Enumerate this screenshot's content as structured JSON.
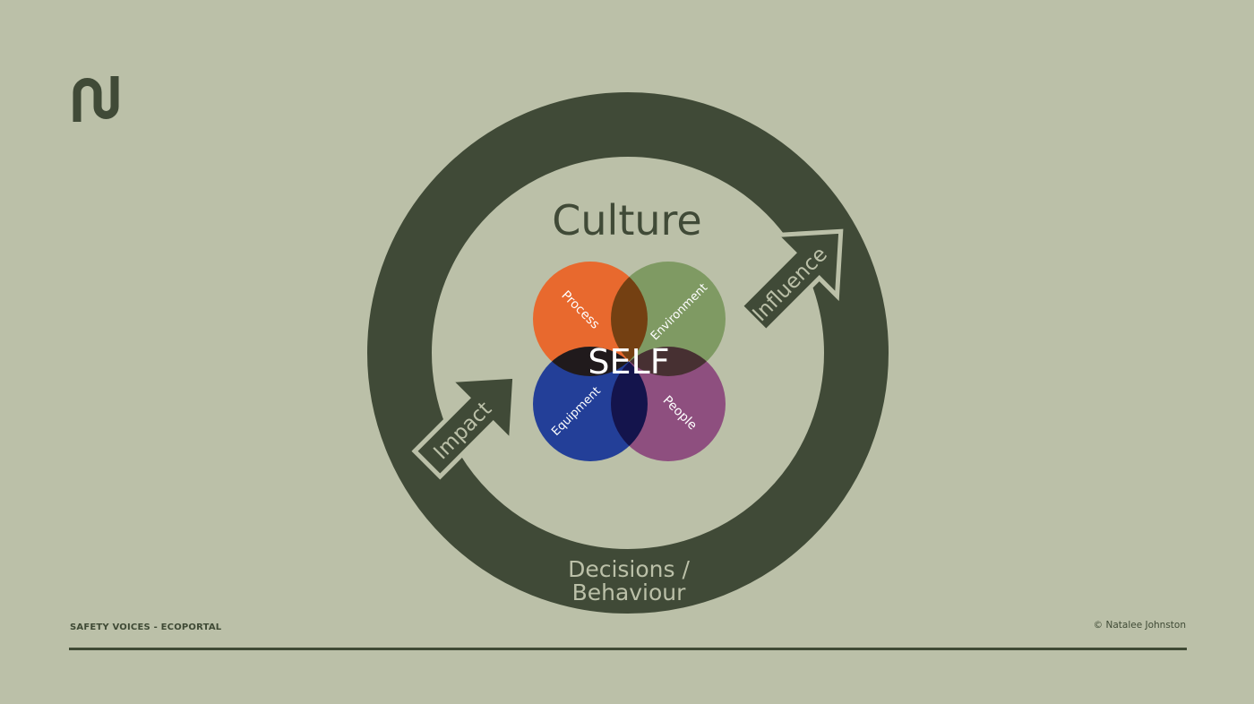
{
  "diagram": {
    "culture_label": "Culture",
    "self_label": "SELF",
    "decisions_line1": "Decisions /",
    "decisions_line2": "Behaviour",
    "arrows": {
      "impact": "Impact",
      "influence": "Influence"
    },
    "circles": [
      {
        "key": "process",
        "label": "Process",
        "color": "#e8692e"
      },
      {
        "key": "environment",
        "label": "Environment",
        "color": "#7f9a63"
      },
      {
        "key": "equipment",
        "label": "Equipment",
        "color": "#233f98"
      },
      {
        "key": "people",
        "label": "People",
        "color": "#8e4f7f"
      }
    ],
    "colors": {
      "background": "#bbc0a8",
      "ring": "#404a37",
      "light_text": "#bbc0a8",
      "center": "#3a3f3c"
    }
  },
  "logo": {
    "icon": "brand-logo-icon"
  },
  "footer": {
    "left": "SAFETY VOICES - ECOPORTAL",
    "right": "© Natalee Johnston"
  }
}
